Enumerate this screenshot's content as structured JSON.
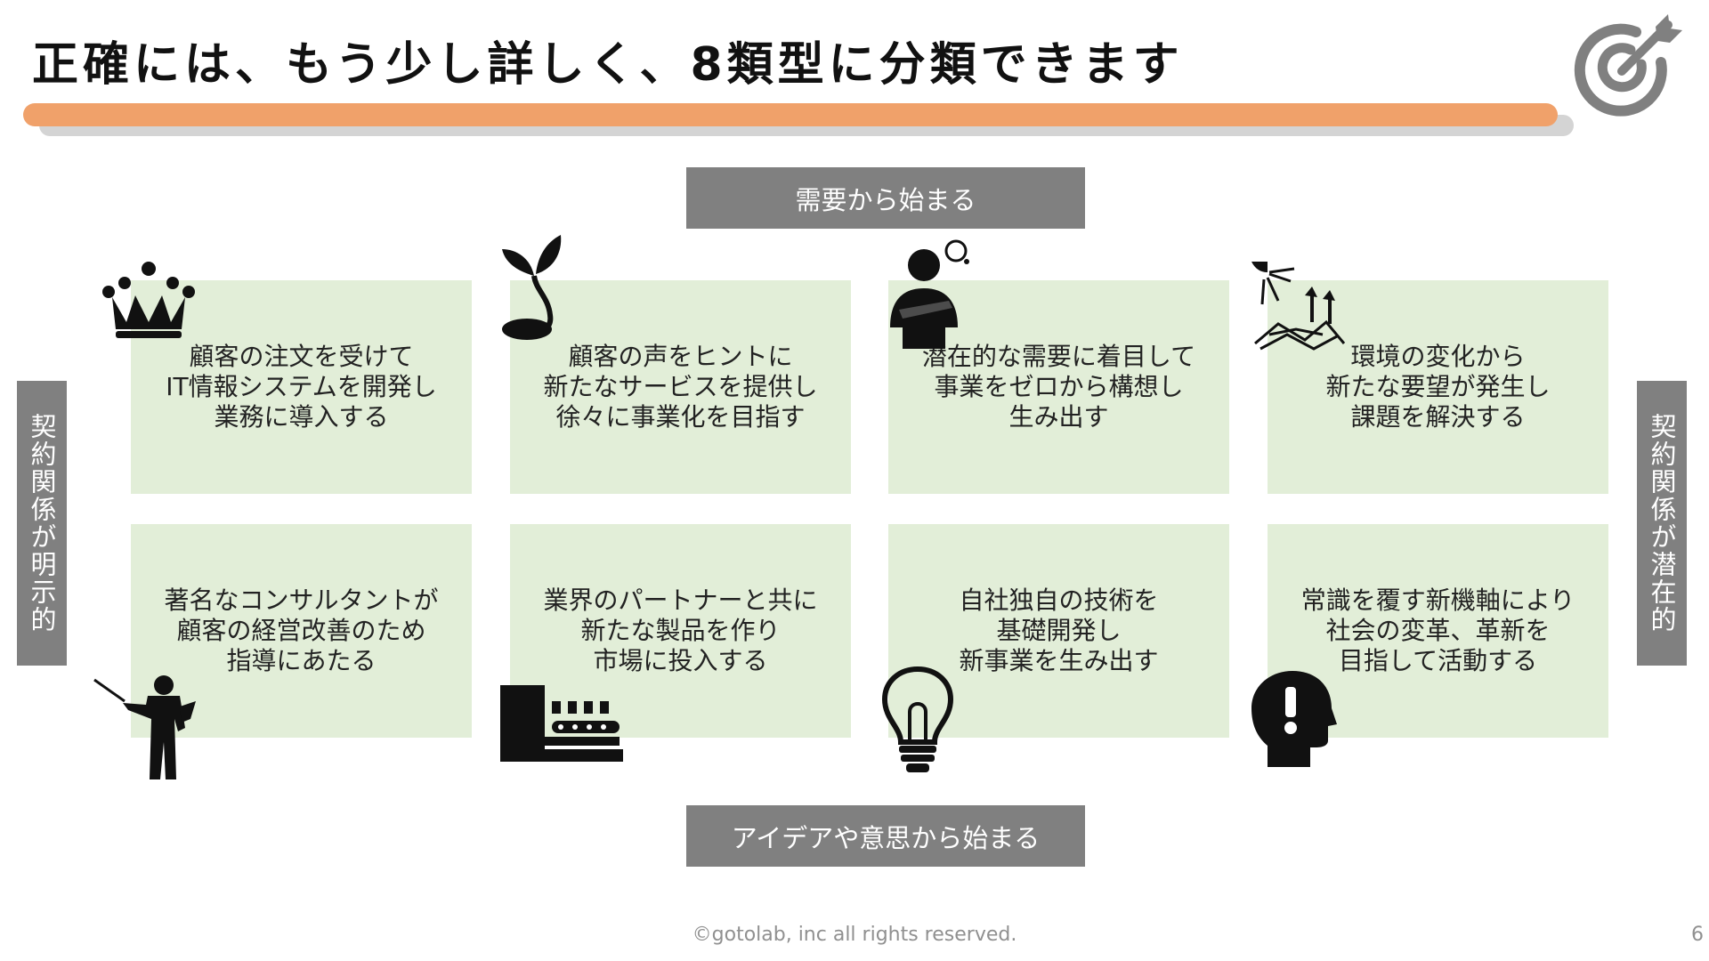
{
  "title": "正確には、もう少し詳しく、8類型に分類できます",
  "colors": {
    "accent_bar": "#f0a16a",
    "banner": "#808080",
    "card": "#e2eed8",
    "logo": "#808080"
  },
  "logo_icon": "target-arrow-icon",
  "top_banner": "需要から始まる",
  "bottom_banner": "アイデアや意思から始まる",
  "left_label": "契約関係が明示的",
  "right_label": "契約関係が潜在的",
  "cards": [
    {
      "text": "顧客の注文を受けて\nIT情報システムを開発し\n業務に導入する",
      "icon": "crown-icon"
    },
    {
      "text": "顧客の声をヒントに\n新たなサービスを提供し\n徐々に事業化を目指す",
      "icon": "sprout-icon"
    },
    {
      "text": "潜在的な需要に着目して\n事業をゼロから構想し\n生み出す",
      "icon": "thinking-person-icon"
    },
    {
      "text": "環境の変化から\n新たな要望が発生し\n課題を解決する",
      "icon": "drought-sun-icon"
    },
    {
      "text": "著名なコンサルタントが\n顧客の経営改善のため\n指導にあたる",
      "icon": "presenter-icon"
    },
    {
      "text": "業界のパートナーと共に\n新たな製品を作り\n市場に投入する",
      "icon": "factory-conveyor-icon"
    },
    {
      "text": "自社独自の技術を\n基礎開発し\n新事業を生み出す",
      "icon": "lightbulb-icon"
    },
    {
      "text": "常識を覆す新機軸により\n社会の変革、革新を\n目指して活動する",
      "icon": "head-exclamation-icon"
    }
  ],
  "footer": "©gotolab, inc  all rights reserved.",
  "page_number": "6"
}
